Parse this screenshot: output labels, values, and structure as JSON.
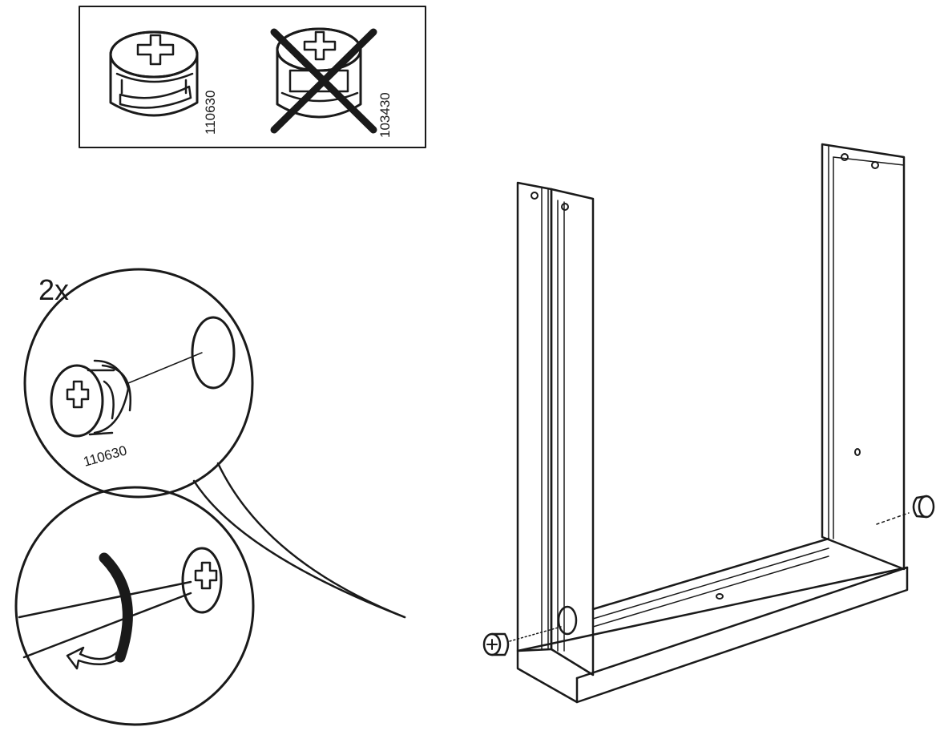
{
  "legend": {
    "correct_part_number": "110630",
    "wrong_part_number": "103430"
  },
  "detail": {
    "quantity": "2x",
    "part_number": "110630"
  },
  "colors": {
    "ink": "#1a1a1a",
    "paper": "#ffffff"
  }
}
